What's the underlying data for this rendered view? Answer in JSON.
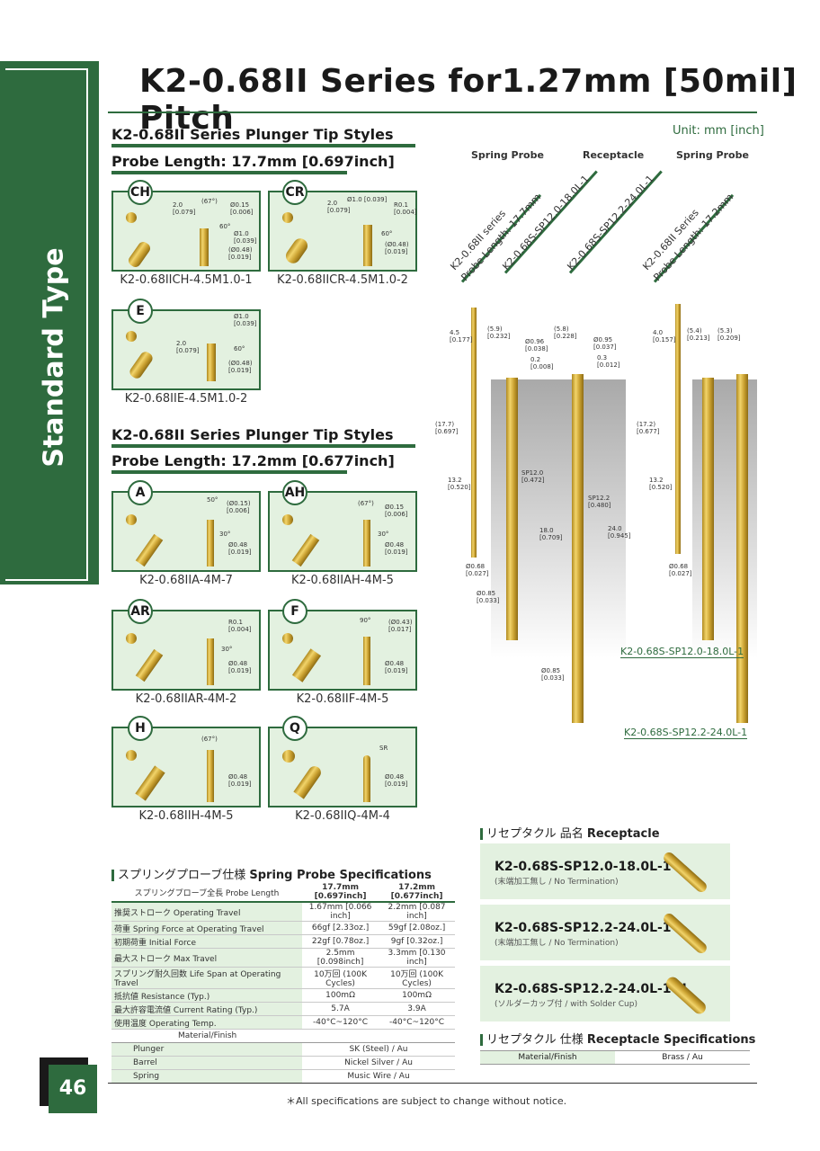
{
  "header": {
    "title": "K2-0.68II Series for1.27mm [50mil] Pitch",
    "sidebar": "Standard Type"
  },
  "unit": "Unit: mm [inch]",
  "section1": {
    "title": "K2-0.68II Series Plunger Tip Styles",
    "length": "Probe Length: 17.7mm [0.697inch]"
  },
  "section2": {
    "title": "K2-0.68II Series Plunger Tip Styles",
    "length": "Probe Length: 17.2mm [0.677inch]"
  },
  "tips": {
    "ch": {
      "badge": "CH",
      "caption": "K2-0.68IICH-4.5M1.0-1",
      "d1": "2.0",
      "d1i": "[0.079]",
      "d2": "(67°)",
      "d3": "Ø0.15",
      "d3i": "[0.006]",
      "d4": "60°",
      "d5": "Ø1.0",
      "d5i": "[0.039]",
      "d6": "(Ø0.48)",
      "d6i": "[0.019]"
    },
    "cr": {
      "badge": "CR",
      "caption": "K2-0.68IICR-4.5M1.0-2",
      "d1": "2.0",
      "d1i": "[0.079]",
      "d2": "Ø1.0 [0.039]",
      "d3": "R0.1",
      "d3i": "[0.004]",
      "d4": "60°",
      "d6": "(Ø0.48)",
      "d6i": "[0.019]"
    },
    "e": {
      "badge": "E",
      "caption": "K2-0.68IIE-4.5M1.0-2",
      "d1": "2.0",
      "d1i": "[0.079]",
      "d2": "Ø1.0",
      "d2i": "[0.039]",
      "d4": "60°",
      "d6": "(Ø0.48)",
      "d6i": "[0.019]"
    },
    "a": {
      "badge": "A",
      "caption": "K2-0.68IIA-4M-7",
      "d1": "50°",
      "d2": "(Ø0.15)",
      "d2i": "[0.006]",
      "d3": "30°",
      "d4": "Ø0.48",
      "d4i": "[0.019]"
    },
    "ah": {
      "badge": "AH",
      "caption": "K2-0.68IIAH-4M-5",
      "d1": "(67°)",
      "d2": "Ø0.15",
      "d2i": "[0.006]",
      "d3": "30°",
      "d4": "Ø0.48",
      "d4i": "[0.019]"
    },
    "ar": {
      "badge": "AR",
      "caption": "K2-0.68IIAR-4M-2",
      "d1": "R0.1",
      "d1i": "[0.004]",
      "d3": "30°",
      "d4": "Ø0.48",
      "d4i": "[0.019]"
    },
    "f": {
      "badge": "F",
      "caption": "K2-0.68IIF-4M-5",
      "d1": "90°",
      "d2": "(Ø0.43)",
      "d2i": "[0.017]",
      "d4": "Ø0.48",
      "d4i": "[0.019]"
    },
    "h": {
      "badge": "H",
      "caption": "K2-0.68IIH-4M-5",
      "d1": "(67°)",
      "d4": "Ø0.48",
      "d4i": "[0.019]"
    },
    "q": {
      "badge": "Q",
      "caption": "K2-0.68IIQ-4M-4",
      "d1": "SR",
      "d4": "Ø0.48",
      "d4i": "[0.019]"
    }
  },
  "drawing": {
    "col1": "Spring Probe",
    "col2": "Receptacle",
    "col3": "Spring Probe",
    "diag1a": "K2-0.68II series",
    "diag1b": "Probe Length: 17.7mm",
    "diag2": "K2-0.68S-SP12.0-18.0L-1",
    "diag3": "K2-0.68S-SP12.2-24.0L-1",
    "diag4a": "K2-0.68II Series",
    "diag4b": "Probe Length: 17.2mm",
    "dims": {
      "a": "4.5",
      "ai": "[0.177]",
      "b": "(5.9)",
      "bi": "[0.232]",
      "c": "Ø0.96",
      "ci": "[0.038]",
      "d": "(5.8)",
      "di": "[0.228]",
      "e": "Ø0.95",
      "ei": "[0.037]",
      "f": "0.2",
      "fi": "[0.008]",
      "g": "0.3",
      "gi": "[0.012]",
      "h": "(17.7)",
      "hi": "[0.697]",
      "i": "13.2",
      "ii": "[0.520]",
      "j": "SP12.0",
      "ji": "[0.472]",
      "k": "SP12.2",
      "ki": "[0.480]",
      "l": "18.0",
      "li": "[0.709]",
      "m": "24.0",
      "mi": "[0.945]",
      "n": "Ø0.68",
      "ni": "[0.027]",
      "o": "Ø0.85",
      "oi": "[0.033]",
      "p": "Ø0.85",
      "pi": "[0.033]",
      "q": "4.0",
      "qi": "[0.157]",
      "r": "(5.4)",
      "ri": "[0.213]",
      "s": "(5.3)",
      "si": "[0.209]",
      "t": "(17.2)",
      "ti": "[0.677]",
      "u": "13.2",
      "ui": "[0.520]",
      "v": "Ø0.68",
      "vi": "[0.027]"
    },
    "label1": "K2-0.68S-SP12.0-18.0L-1",
    "label2": "K2-0.68S-SP12.2-24.0L-1"
  },
  "spring_spec": {
    "title_jp": "スプリングプローブ仕様",
    "title_en": "Spring Probe Specifications",
    "head_label": "スプリングプローブ全長 Probe Length",
    "col1": "17.7mm",
    "col1b": "[0.697inch]",
    "col2": "17.2mm",
    "col2b": "[0.677inch]",
    "rows": [
      {
        "k": "推奨ストローク Operating Travel",
        "v1": "1.67mm [0.066 inch]",
        "v2": "2.2mm [0.087 inch]"
      },
      {
        "k": "荷重 Spring Force at Operating Travel",
        "v1": "66gf [2.33oz.]",
        "v2": "59gf [2.08oz.]"
      },
      {
        "k": "初期荷重 Initial Force",
        "v1": "22gf [0.78oz.]",
        "v2": "9gf [0.32oz.]"
      },
      {
        "k": "最大ストローク Max Travel",
        "v1": "2.5mm [0.098inch]",
        "v2": "3.3mm [0.130 inch]"
      },
      {
        "k": "スプリング耐久回数 Life Span at Operating Travel",
        "v1": "10万回 (100K Cycles)",
        "v2": "10万回 (100K Cycles)"
      },
      {
        "k": "抵抗値 Resistance (Typ.)",
        "v1": "100mΩ",
        "v2": "100mΩ"
      },
      {
        "k": "最大許容電流値 Current Rating (Typ.)",
        "v1": "5.7A",
        "v2": "3.9A"
      },
      {
        "k": "使用温度 Operating Temp.",
        "v1": "-40°C~120°C",
        "v2": "-40°C~120°C"
      }
    ],
    "material_head": "Material/Finish",
    "materials": [
      {
        "k": "Plunger",
        "v": "SK (Steel) / Au"
      },
      {
        "k": "Barrel",
        "v": "Nickel Silver / Au"
      },
      {
        "k": "Spring",
        "v": "Music Wire / Au"
      }
    ]
  },
  "receptacle": {
    "title_jp": "リセプタクル 品名",
    "title_en": "Receptacle",
    "items": [
      {
        "name": "K2-0.68S-SP12.0-18.0L-1",
        "sub": "(末端加工無し / No Termination)"
      },
      {
        "name": "K2-0.68S-SP12.2-24.0L-1",
        "sub": "(末端加工無し / No Termination)"
      },
      {
        "name": "K2-0.68S-SP12.2-24.0L-1-U",
        "sub": "(ソルダーカップ付 / with Solder Cup)"
      }
    ],
    "spec_title_jp": "リセプタクル 仕様",
    "spec_title_en": "Receptacle Specifications",
    "spec_k": "Material/Finish",
    "spec_v": "Brass / Au"
  },
  "footer": {
    "page": "46",
    "note": "＊All specifications are subject to change without notice."
  }
}
